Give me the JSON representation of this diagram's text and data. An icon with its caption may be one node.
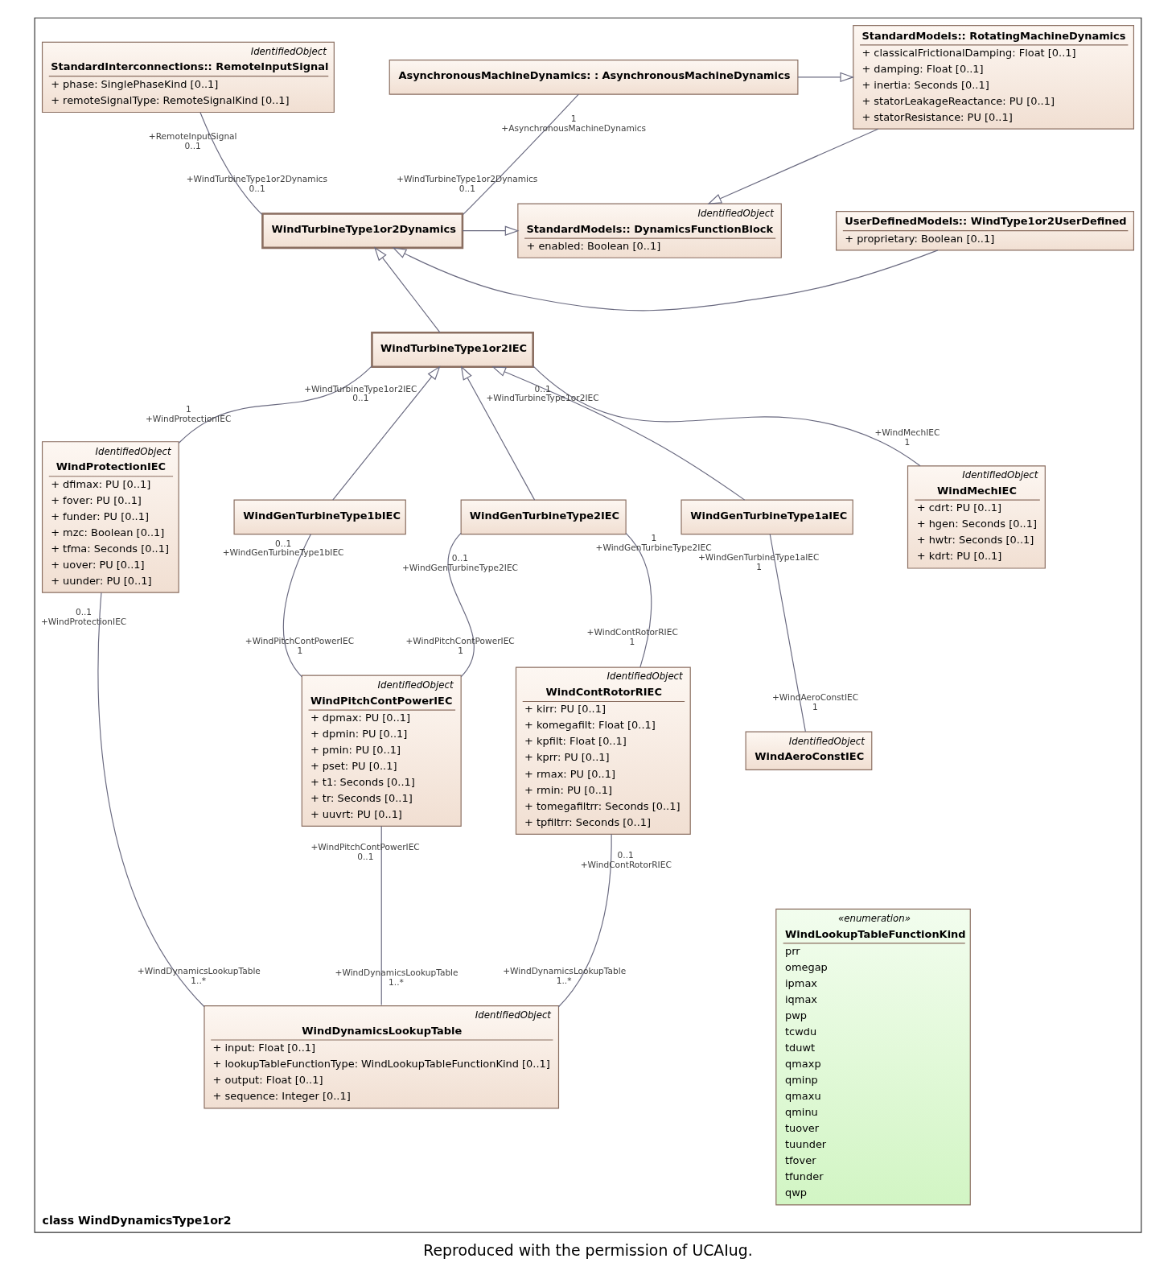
{
  "diagram": {
    "caption": "Reproduced with the permission of UCAIug.",
    "nodes": [
      {
        "text": [
          "class WindDynamicsType1or2"
        ]
      },
      {
        "text": [
          "IdentifiedObject",
          "StandardInterconnections:: RemoteInputSignal",
          "+ phase: SinglePhaseKind [0..1]",
          "+ remoteSignalType: RemoteSignalKind [0..1]"
        ],
        "beside": [
          "+RemoteInputSignal",
          "0..1"
        ],
        "in": 0
      },
      {
        "text": [
          "AsynchronousMachineDynamics: : AsynchronousMachineDynamics"
        ],
        "beside": [
          "1",
          "+AsynchronousMachineDynamics"
        ],
        "in": 0
      },
      {
        "text": [
          "StandardModels:: RotatingMachineDynamics",
          "+ classicalFrictionalDamping: Float [0..1]",
          "+ damping: Float [0..1]",
          "+ inertia: Seconds [0..1]",
          "+ statorLeakageReactance: PU [0..1]",
          "+ statorResistance: PU [0..1]"
        ],
        "in": 0
      },
      {
        "text": [
          "UserDefinedModels:: WindType1or2UserDefined",
          "+ proprietary: Boolean [0..1]"
        ],
        "in": 0
      },
      {
        "text": [
          "WindTurbineType1or2Dynamics"
        ],
        "beside": [
          "+WindTurbineType1or2Dynamics",
          "0..1",
          "+WindTurbineType1or2Dynamics",
          "0..1"
        ],
        "in": 0
      },
      {
        "text": [
          "IdentifiedObject",
          "StandardModels:: DynamicsFunctionBlock",
          "+ enabled: Boolean [0..1]"
        ],
        "in": 0
      },
      {
        "text": [
          "WindTurbineType1or2IEC"
        ],
        "beside": [
          "+WindTurbineType1or2IEC",
          "0..1",
          "0..1",
          "+WindTurbineType1or2IEC"
        ],
        "in": 0
      },
      {
        "text": [
          "IdentifiedObject",
          "WindProtectionIEC",
          "+ dfimax: PU [0..1]",
          "+ fover: PU [0..1]",
          "+ funder: PU [0..1]",
          "+ mzc: Boolean [0..1]",
          "+ tfma: Seconds [0..1]",
          "+ uover: PU [0..1]",
          "+ uunder: PU [0..1]"
        ],
        "beside": [
          "1",
          "+WindProtectionIEC",
          "0..1",
          "+WindProtectionIEC"
        ],
        "in": 0
      },
      {
        "text": [
          "WindGenTurbineType1aIEC"
        ],
        "beside": [
          "+WindGenTurbineType1aIEC",
          "1"
        ],
        "in": 0
      },
      {
        "text": [
          "WindGenTurbineType1bIEC"
        ],
        "beside": [
          "0..1",
          "+WindGenTurbineType1bIEC"
        ],
        "in": 0
      },
      {
        "text": [
          "WindGenTurbineType2IEC"
        ],
        "beside": [
          "0..1",
          "+WindGenTurbineType2IEC",
          "1",
          "+WindGenTurbineType2IEC"
        ],
        "in": 0
      },
      {
        "text": [
          "IdentifiedObject",
          "WindMechIEC",
          "+ cdrt: PU [0..1]",
          "+ hgen: Seconds [0..1]",
          "+ hwtr: Seconds [0..1]",
          "+ kdrt: PU [0..1]"
        ],
        "beside": [
          "+WindMechIEC",
          "1"
        ],
        "in": 0
      },
      {
        "text": [
          "IdentifiedObject",
          "WindPitchContPowerIEC",
          "+ dpmax: PU [0..1]",
          "+ dpmin: PU [0..1]",
          "+ pmin: PU [0..1]",
          "+ pset: PU [0..1]",
          "+ t1: Seconds [0..1]",
          "+ tr: Seconds [0..1]",
          "+ uuvrt: PU [0..1]"
        ],
        "beside": [
          "+WindPitchContPowerIEC",
          "1",
          "+WindPitchContPowerIEC",
          "1",
          "+WindPitchContPowerIEC",
          "0..1"
        ],
        "in": 0
      },
      {
        "text": [
          "IdentifiedObject",
          "WindContRotorRIEC",
          "+ kirr: PU [0..1]",
          "+ komegafilt: Float [0..1]",
          "+ kpfilt: Float [0..1]",
          "+ kprr: PU [0..1]",
          "+ rmax: PU [0..1]",
          "+ rmin: PU [0..1]",
          "+ tomegafiltrr: Seconds [0..1]",
          "+ tpfiltrr: Seconds [0..1]"
        ],
        "beside": [
          "+WindContRotorRIEC",
          "1",
          "0..1",
          "+WindContRotorRIEC"
        ],
        "in": 0
      },
      {
        "text": [
          "IdentifiedObject",
          "WindAeroConstIEC"
        ],
        "beside": [
          "+WindAeroConstIEC",
          "1"
        ],
        "in": 0
      },
      {
        "text": [
          "«enumeration»",
          "WindLookupTableFunctionKind",
          "prr",
          "omegap",
          "ipmax",
          "iqmax",
          "pwp",
          "tcwdu",
          "tduwt",
          "qmaxp",
          "qminp",
          "qmaxu",
          "qminu",
          "tuover",
          "tuunder",
          "tfover",
          "tfunder",
          "qwp"
        ],
        "in": 0
      },
      {
        "text": [
          "IdentifiedObject",
          "WindDynamicsLookupTable",
          "+ input: Float [0..1]",
          "+ lookupTableFunctionType: WindLookupTableFunctionKind [0..1]",
          "+ output: Float [0..1]",
          "+ sequence: Integer [0..1]"
        ],
        "beside": [
          "+WindDynamicsLookupTable",
          "1..*",
          "+WindDynamicsLookupTable",
          "1..*",
          "+WindDynamicsLookupTable",
          "1..*"
        ],
        "in": 0
      }
    ],
    "edges": [
      {
        "from": 2,
        "to": 3,
        "arrow": "to"
      },
      {
        "from": 3,
        "to": 6,
        "arrow": "to"
      },
      {
        "from": 4,
        "to": 5,
        "arrow": "to"
      },
      {
        "from": 5,
        "to": 6,
        "arrow": "to"
      },
      {
        "from": 7,
        "to": 5,
        "arrow": "to"
      },
      {
        "from": 9,
        "to": 7,
        "arrow": "to"
      },
      {
        "from": 10,
        "to": 7,
        "arrow": "to"
      },
      {
        "from": 11,
        "to": 7,
        "arrow": "to"
      },
      {
        "from": 5,
        "to": 1,
        "arrow": "none"
      },
      {
        "from": 5,
        "to": 2,
        "arrow": "none"
      },
      {
        "from": 8,
        "to": 7,
        "arrow": "none"
      },
      {
        "from": 12,
        "to": 7,
        "arrow": "none"
      },
      {
        "from": 15,
        "to": 9,
        "arrow": "none"
      },
      {
        "from": 13,
        "to": 10,
        "arrow": "none"
      },
      {
        "from": 13,
        "to": 11,
        "arrow": "none"
      },
      {
        "from": 14,
        "to": 11,
        "arrow": "none"
      },
      {
        "from": 17,
        "to": 8,
        "arrow": "none"
      },
      {
        "from": 17,
        "to": 13,
        "arrow": "none"
      },
      {
        "from": 17,
        "to": 14,
        "arrow": "none"
      }
    ]
  }
}
